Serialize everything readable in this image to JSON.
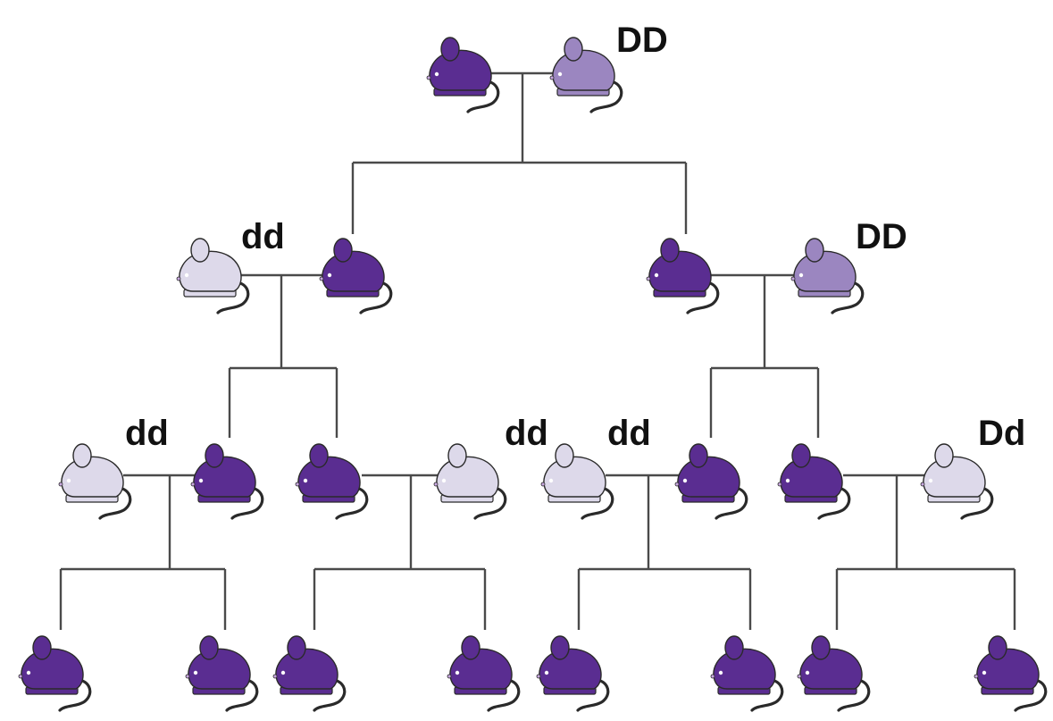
{
  "colors": {
    "dark": "#5a2d91",
    "medium": "#9b86c0",
    "light": "#ddd9ea",
    "line": "#4a4a4a",
    "label": "#111111"
  },
  "mice": [
    {
      "id": "g1-left",
      "color": "dark",
      "label": ""
    },
    {
      "id": "g1-right",
      "color": "medium",
      "label": "DD"
    },
    {
      "id": "g2-l1",
      "color": "light",
      "label": "dd"
    },
    {
      "id": "g2-l2",
      "color": "dark",
      "label": ""
    },
    {
      "id": "g2-r1",
      "color": "dark",
      "label": ""
    },
    {
      "id": "g2-r2",
      "color": "medium",
      "label": "DD"
    },
    {
      "id": "g3-1",
      "color": "light",
      "label": "dd"
    },
    {
      "id": "g3-2",
      "color": "dark",
      "label": ""
    },
    {
      "id": "g3-3",
      "color": "dark",
      "label": ""
    },
    {
      "id": "g3-4",
      "color": "light",
      "label": "dd"
    },
    {
      "id": "g3-5",
      "color": "light",
      "label": "dd"
    },
    {
      "id": "g3-6",
      "color": "dark",
      "label": ""
    },
    {
      "id": "g3-7",
      "color": "dark",
      "label": ""
    },
    {
      "id": "g3-8",
      "color": "light",
      "label": "Dd"
    },
    {
      "id": "g4-1",
      "color": "dark",
      "label": ""
    },
    {
      "id": "g4-2",
      "color": "dark",
      "label": ""
    },
    {
      "id": "g4-3",
      "color": "dark",
      "label": ""
    },
    {
      "id": "g4-4",
      "color": "dark",
      "label": ""
    },
    {
      "id": "g4-5",
      "color": "dark",
      "label": ""
    },
    {
      "id": "g4-6",
      "color": "dark",
      "label": ""
    },
    {
      "id": "g4-7",
      "color": "dark",
      "label": ""
    },
    {
      "id": "g4-8",
      "color": "dark",
      "label": ""
    }
  ]
}
